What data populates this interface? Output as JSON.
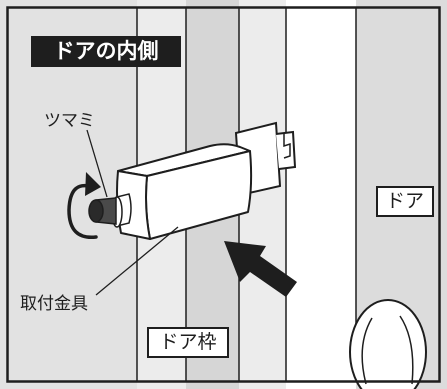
{
  "labels": {
    "title": "ドアの内側",
    "knob": "ツマミ",
    "bracket": "取付金具",
    "door_frame": "ドア枠",
    "door": "ドア"
  },
  "colors": {
    "ink": "#1e1e1e",
    "frame_gray": "#d6d6d6",
    "light_gray": "#ececec",
    "wall_gray": "#e2e2e2",
    "door_gray": "#dcdcdc",
    "white": "#ffffff"
  },
  "icons": [
    "rotate-arrow-icon",
    "push-arrow-icon"
  ]
}
